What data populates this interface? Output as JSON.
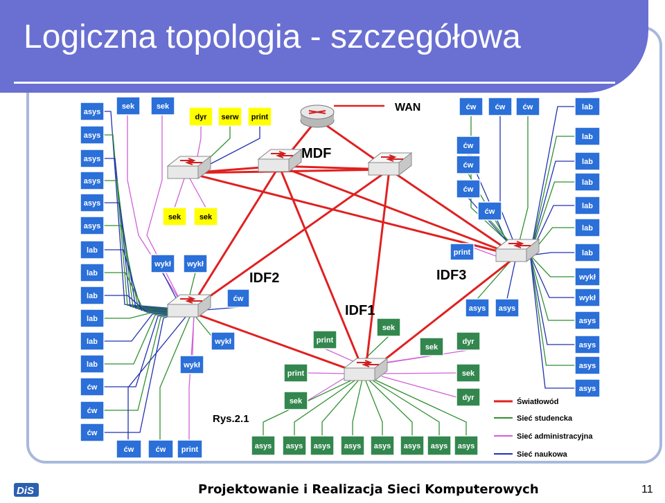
{
  "title": "Logiczna topologia - szczegółowa",
  "footer": "Projektowanie i Realizacja Sieci Komputerowych",
  "page_number": "11",
  "logo_text": "DiS",
  "labels": {
    "wan": "WAN",
    "mdf": "MDF",
    "idf1": "IDF1",
    "idf2": "IDF2",
    "idf3": "IDF3",
    "caption": "Rys.2.1"
  },
  "legend": [
    {
      "label": "Światłowód",
      "color": "#e02020"
    },
    {
      "label": "Sieć studencka",
      "color": "#2f8f2f"
    },
    {
      "label": "Sieć administracyjna",
      "color": "#d060d8"
    },
    {
      "label": "Sieć naukowa",
      "color": "#2030b0"
    }
  ],
  "colors": {
    "blue_box": "#2b6fd8",
    "green_box": "#33874e",
    "yellow_box": "#ffff00"
  },
  "boxes": {
    "idf2_left_column": [
      "asys",
      "asys",
      "asys",
      "asys",
      "asys",
      "asys",
      "lab",
      "lab",
      "lab",
      "lab",
      "lab",
      "lab",
      "ćw",
      "ćw",
      "ćw"
    ],
    "idf2_top": [
      "sek",
      "sek"
    ],
    "mdf_top": [
      "dyr",
      "serw",
      "print"
    ],
    "mdf_bottom": [
      "sek",
      "sek"
    ],
    "idf2_mid": [
      "wykł",
      "wykł",
      "ćw",
      "wykł",
      "wykł"
    ],
    "idf2_bottom": [
      "ćw",
      "ćw",
      "print"
    ],
    "idf3_top": [
      "ćw",
      "ćw",
      "ćw"
    ],
    "idf3_mid": [
      "ćw",
      "ćw",
      "ćw",
      "ćw"
    ],
    "idf3_right_column": [
      "lab",
      "lab",
      "lab",
      "lab",
      "lab",
      "lab",
      "lab",
      "wykł",
      "wykł",
      "asys",
      "asys",
      "asys",
      "asys"
    ],
    "idf3_extra": [
      "print",
      "asys",
      "asys"
    ],
    "idf1_top": [
      "sek",
      "print",
      "sek",
      "dyr"
    ],
    "idf1_left": [
      "print",
      "sek"
    ],
    "idf1_right": [
      "sek",
      "dyr"
    ],
    "idf1_bottom": [
      "asys",
      "asys",
      "asys",
      "asys",
      "asys",
      "asys",
      "asys",
      "asys"
    ]
  }
}
